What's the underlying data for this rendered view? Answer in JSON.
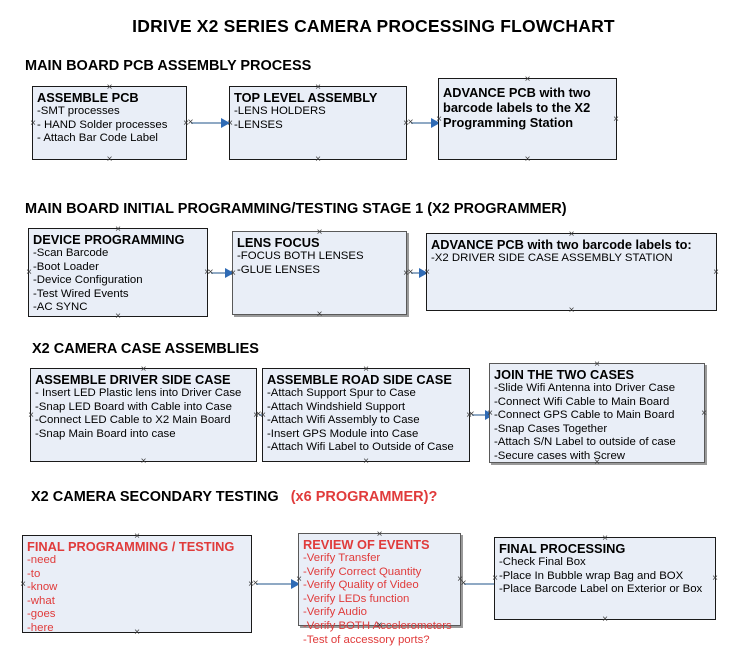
{
  "title": "IDRIVE X2  SERIES CAMERA PROCESSING FLOWCHART",
  "sections": [
    {
      "id": "main-board-pcb-assembly-process",
      "header": "MAIN BOARD PCB ASSEMBLY PROCESS",
      "header_accent": "",
      "nodes": [
        {
          "id": "assemble-pcb",
          "title": "ASSEMBLE PCB",
          "lines": [
            "-SMT processes",
            "- HAND Solder processes",
            "- Attach Bar Code Label"
          ]
        },
        {
          "id": "top-level-assembly",
          "title": "TOP LEVEL ASSEMBLY",
          "lines": [
            "-LENS HOLDERS",
            "-LENSES"
          ]
        },
        {
          "id": "advance-pcb-to-x2-programming-station",
          "title": "ADVANCE PCB with two barcode labels to the  X2 Programming Station",
          "lines": []
        }
      ]
    },
    {
      "id": "main-board-initial-programming",
      "header": "MAIN BOARD INITIAL PROGRAMMING/TESTING STAGE 1 (X2 PROGRAMMER)",
      "header_accent": "",
      "nodes": [
        {
          "id": "device-programming",
          "title": "DEVICE PROGRAMMING",
          "lines": [
            "-Scan Barcode",
            "-Boot Loader",
            "-Device Configuration",
            "-Test Wired Events",
            "-AC SYNC"
          ]
        },
        {
          "id": "lens-focus",
          "title": "LENS FOCUS",
          "lines": [
            "-FOCUS BOTH LENSES",
            "-GLUE LENSES"
          ]
        },
        {
          "id": "advance-pcb-to-driver-side-case-assembly",
          "title": "ADVANCE PCB with two barcode labels to:",
          "lines": [
            "-X2 DRIVER  SIDE  CASE  ASSEMBLY STATION"
          ]
        }
      ]
    },
    {
      "id": "x2-camera-case-assemblies",
      "header": "X2 CAMERA CASE ASSEMBLIES",
      "header_accent": "",
      "nodes": [
        {
          "id": "assemble-driver-side-case",
          "title": "ASSEMBLE DRIVER SIDE CASE",
          "lines": [
            "- Insert LED Plastic lens into Driver Case",
            "-Snap LED Board with Cable into Case",
            "-Connect LED Cable to X2 Main Board",
            "-Snap Main Board into case"
          ]
        },
        {
          "id": "assemble-road-side-case",
          "title": "ASSEMBLE ROAD SIDE CASE",
          "lines": [
            "-Attach Support Spur to Case",
            "-Attach Windshield Support",
            "-Attach Wifi Assembly to Case",
            "-Insert GPS Module into Case",
            "-Attach Wifi Label to Outside of Case"
          ]
        },
        {
          "id": "join-the-two-cases",
          "title": "JOIN THE TWO CASES",
          "lines": [
            "-Slide Wifi Antenna into Driver Case",
            "-Connect Wifi Cable to Main Board",
            "-Connect GPS Cable to Main Board",
            "-Snap Cases Together",
            "-Attach S/N Label to outside of case",
            "-Secure cases with Screw"
          ]
        }
      ]
    },
    {
      "id": "x2-camera-secondary-testing",
      "header": "X2 CAMERA SECONDARY TESTING",
      "header_accent": "(x6 PROGRAMMER)?",
      "nodes": [
        {
          "id": "final-programming-testing",
          "title": "FINAL PROGRAMMING / TESTING",
          "lines": [
            "-need",
            "-to",
            "-know",
            "-what",
            "-goes",
            "-here"
          ]
        },
        {
          "id": "review-of-events",
          "title": "REVIEW OF EVENTS",
          "lines": [
            "-Verify Transfer",
            "-Verify Correct Quantity",
            "-Verify Quality of Video",
            "-Verify LEDs function",
            "-Verify Audio",
            "-Verify BOTH Accelerometers",
            "-Test of accessory ports?"
          ]
        },
        {
          "id": "final-processing",
          "title": "FINAL PROCESSING",
          "lines": [
            " -Check Final Box",
            "-Place In Bubble wrap Bag and BOX",
            "-Place Barcode Label on Exterior or Box"
          ]
        }
      ]
    }
  ],
  "colors": {
    "node_fill": "#e9eef7",
    "node_border": "#1a1a1a",
    "connector_line": "#8fa9c4",
    "connector_arrow": "#2f6bb5",
    "accent_red": "#e03b3b",
    "text": "#000000"
  },
  "handle_glyph": "×"
}
